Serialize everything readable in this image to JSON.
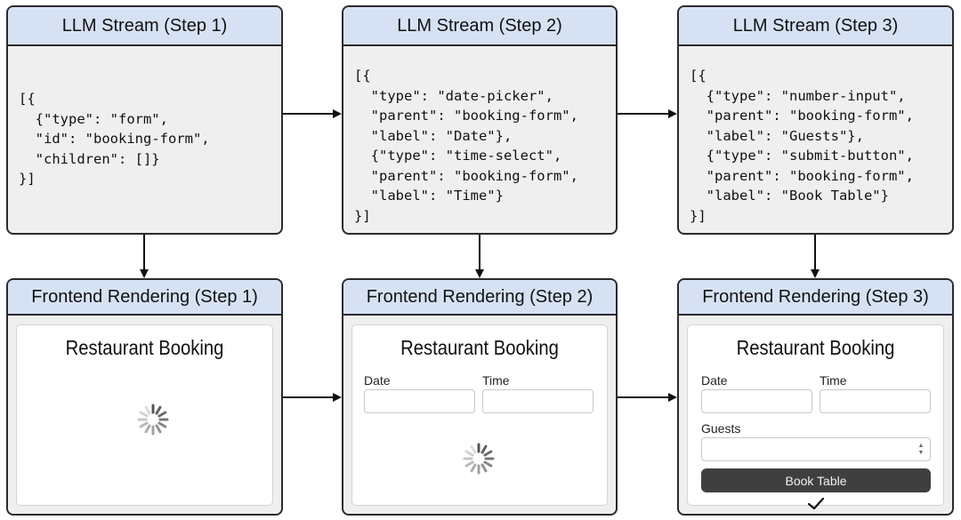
{
  "llm_stream": [
    {
      "title": "LLM Stream (Step 1)",
      "code": "[{\n  {\"type\": \"form\",\n  \"id\": \"booking-form\",\n  \"children\": []}\n}]"
    },
    {
      "title": "LLM Stream (Step 2)",
      "code": "[{\n  \"type\": \"date-picker\",\n  \"parent\": \"booking-form\",\n  \"label\": \"Date\"},\n  {\"type\": \"time-select\",\n  \"parent\": \"booking-form\",\n  \"label\": \"Time\"}\n}]"
    },
    {
      "title": "LLM Stream (Step 3)",
      "code": "[{\n  {\"type\": \"number-input\",\n  \"parent\": \"booking-form\",\n  \"label\": \"Guests\"},\n  {\"type\": \"submit-button\",\n  \"parent\": \"booking-form\",\n  \"label\": \"Book Table\"}\n}]"
    }
  ],
  "frontend": [
    {
      "title": "Frontend Rendering (Step 1)",
      "card_title": "Restaurant Booking"
    },
    {
      "title": "Frontend Rendering (Step 2)",
      "card_title": "Restaurant Booking",
      "date_label": "Date",
      "time_label": "Time"
    },
    {
      "title": "Frontend Rendering (Step 3)",
      "card_title": "Restaurant Booking",
      "date_label": "Date",
      "time_label": "Time",
      "guests_label": "Guests",
      "button_label": "Book Table"
    }
  ],
  "icons": {
    "spinner": "loading-spinner-icon",
    "check": "checkmark-icon",
    "stepper": "number-stepper-icon"
  }
}
